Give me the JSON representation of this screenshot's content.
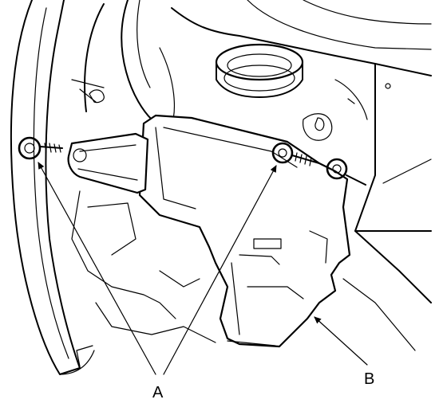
{
  "figure": {
    "callouts": {
      "a": "A",
      "b": "B"
    },
    "parts": [
      "bolt",
      "bolt",
      "bolt",
      "bracket",
      "housing",
      "fender-panel",
      "seal-ring"
    ]
  }
}
